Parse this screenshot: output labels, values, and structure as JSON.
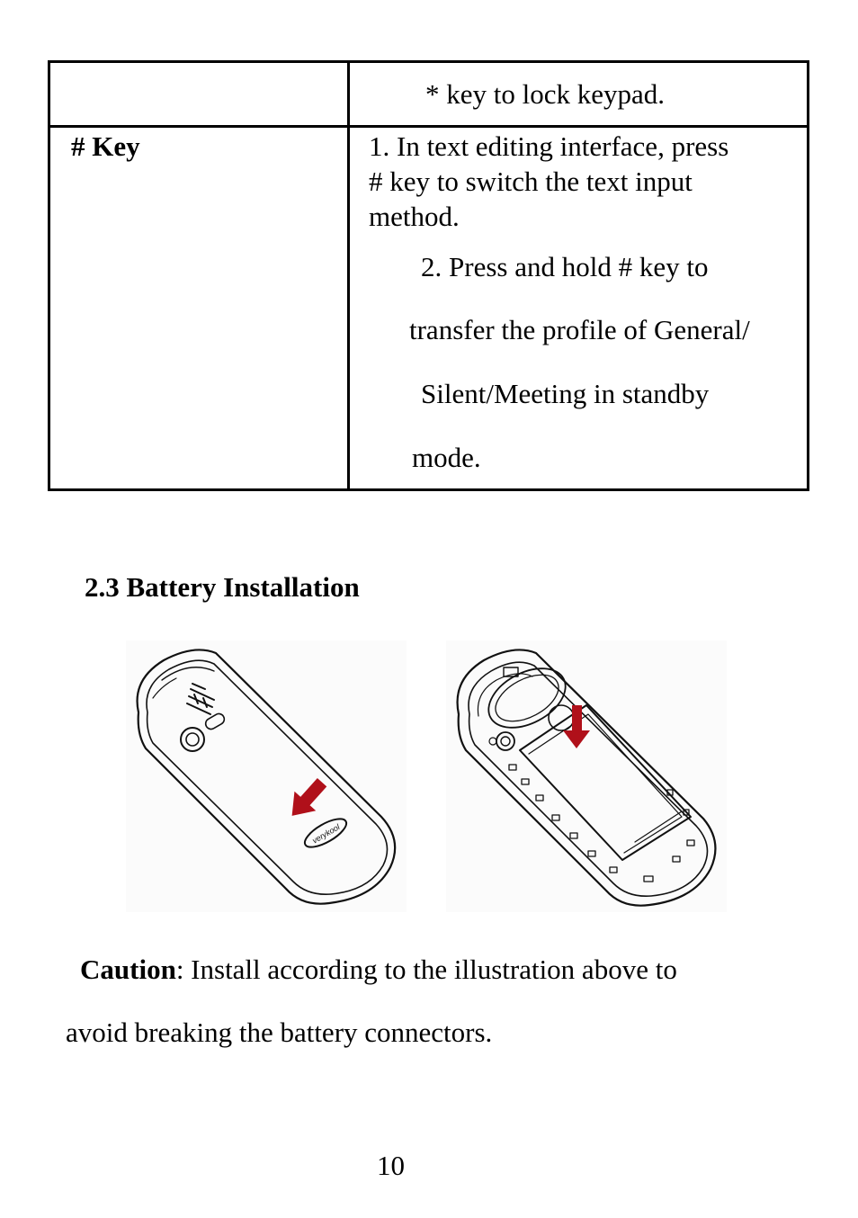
{
  "table": {
    "rows": [
      {
        "key": "",
        "desc_lines": [
          "* key to lock keypad."
        ]
      },
      {
        "key": "# Key",
        "desc_lines": [
          "1. In text editing interface, press",
          "# key to switch the text input",
          "method.",
          "2. Press and hold # key to",
          "transfer the profile of General/",
          "Silent/Meeting in standby",
          "mode."
        ]
      }
    ]
  },
  "section_heading": "2.3 Battery Installation",
  "illustrations": {
    "left": {
      "icon": "phone-back-cover-icon",
      "logo_text": "verykool",
      "arrow_color": "#b0101a"
    },
    "right": {
      "icon": "phone-battery-insert-icon",
      "arrow_color": "#b0101a"
    }
  },
  "caution": {
    "label": "Caution",
    "text_line1": ": Install according to the illustration above to",
    "text_line2": "avoid breaking the battery connectors."
  },
  "page_number": "10"
}
